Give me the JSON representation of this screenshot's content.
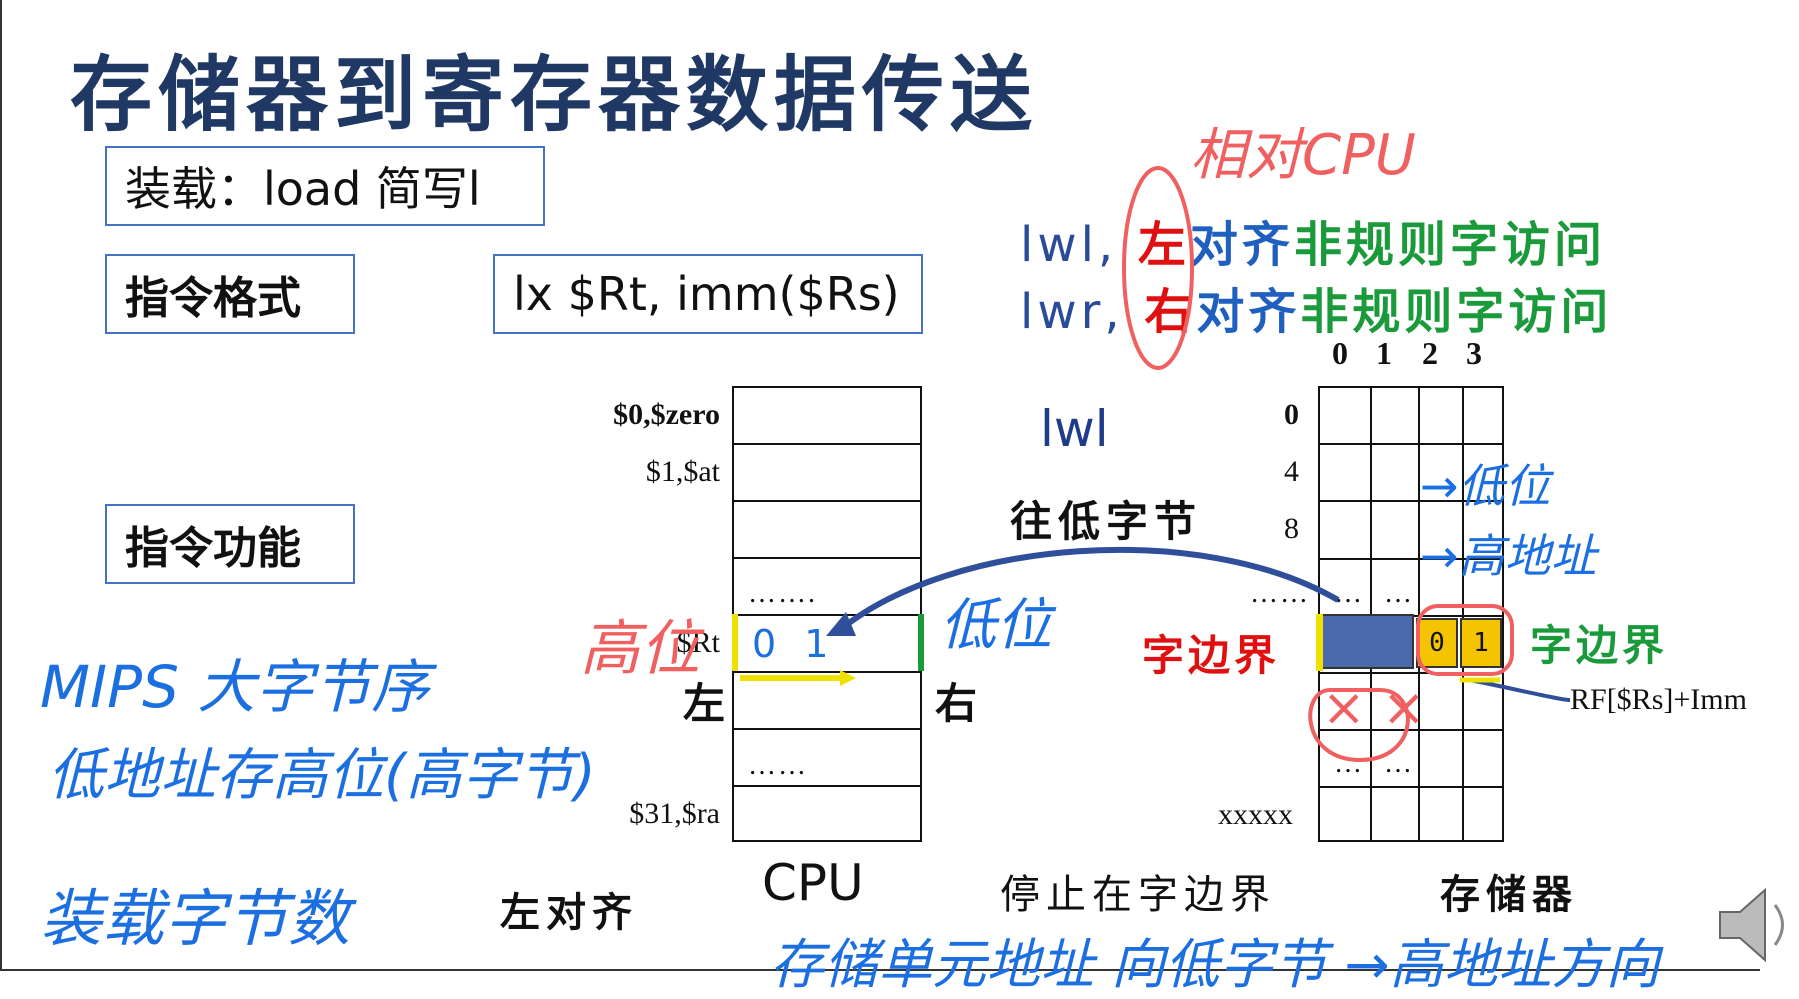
{
  "slide": {
    "title": "存储器到寄存器数据传送",
    "load_box": "装载：load 简写l",
    "format_box": "指令格式",
    "syntax_box": "lx $Rt, imm($Rs)",
    "function_box": "指令功能"
  },
  "instructions": [
    {
      "mnemonic": "lwl,",
      "side": "左",
      "rest_blue": "对齐",
      "rest_green": "非规则字访问"
    },
    {
      "mnemonic": "lwr,",
      "side": "右",
      "rest_blue": "对齐",
      "rest_green": "非规则字访问"
    }
  ],
  "diagram": {
    "lwl_label": "lwl",
    "to_low_bytes": "往低字节",
    "registers": [
      {
        "label": "$0,$zero",
        "bold": true
      },
      {
        "label": "$1,$at",
        "bold": false
      },
      {
        "label": "",
        "bold": false
      },
      {
        "label": "",
        "bold": false
      },
      {
        "label": "$Rt",
        "bold": false
      },
      {
        "label": "",
        "bold": false
      },
      {
        "label": "",
        "bold": false
      },
      {
        "label": "$31,$ra",
        "bold": false
      }
    ],
    "reg_dots_top": "…….",
    "reg_dots_bottom": "……",
    "rt_value": "0 1",
    "left_label": "左",
    "right_label": "右",
    "mem_col_indices": [
      "0",
      "1",
      "2",
      "3"
    ],
    "mem_addresses": [
      "0",
      "4",
      "8",
      "xxxxx"
    ],
    "mem_dots": [
      "……",
      "…",
      "…",
      "…",
      "…"
    ],
    "byte_cells": [
      "0",
      "1"
    ],
    "word_boundary_red": "字边界",
    "word_boundary_green": "字边界",
    "rf_address": "RF[$Rs]+Imm",
    "cpu_label": "CPU",
    "left_align": "左对齐",
    "stop_at_boundary": "停止在字边界",
    "memory_label": "存储器"
  },
  "annotations": {
    "relative_cpu": "相对CPU",
    "low_pos": "→低位",
    "high_addr": "→高地址",
    "high_pos_red": "高位",
    "low_pos_blue": "低位",
    "mips_big_endian": "MIPS 大字节序",
    "low_addr_high_bits": "低地址存高位(高字节)",
    "load_bytes": "装载字节数",
    "storage_note": "存储单元地址 向低字节 →高地址方向",
    "cross_marks": "× ×"
  },
  "colors": {
    "title": "#1f3864",
    "box_border": "#4472c4",
    "red": "#e01010",
    "green": "#1a9a3a",
    "blue_ink": "#1b6fe0",
    "red_ink": "#f06060",
    "word_fill": "#4a6aac",
    "byte_fill": "#f5c400",
    "marker_yellow": "#f0e000",
    "marker_green": "#1a9a3a"
  }
}
